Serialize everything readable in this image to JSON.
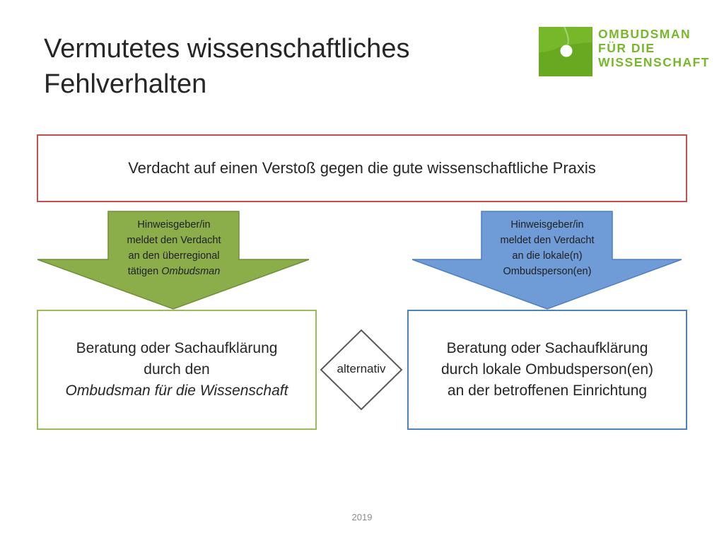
{
  "title": {
    "line1": "Vermutetes wissenschaftliches",
    "line2": "Fehlverhalten"
  },
  "logo": {
    "line1": "OMBUDSMAN",
    "line2": "FÜR DIE",
    "line3": "WISSENSCHAFT",
    "color": "#77b82a"
  },
  "top_box": {
    "text": "Verdacht auf einen Verstoß gegen die gute wissenschaftliche Praxis",
    "border_color": "#c0504d"
  },
  "left_arrow": {
    "line1": "Hinweisgeber/in",
    "line2": "meldet den Verdacht",
    "line3": "an den überregional",
    "line4_prefix": "tätigen ",
    "line4_italic": "Ombudsman",
    "color": "#8bae4a"
  },
  "right_arrow": {
    "line1": "Hinweisgeber/in",
    "line2": "meldet den Verdacht",
    "line3": "an die lokale(n)",
    "line4": "Ombudsperson(en)",
    "color": "#6f9bd6"
  },
  "left_box": {
    "line1": "Beratung oder Sachaufklärung",
    "line2": "durch den",
    "line3": "Ombudsman für die Wissenschaft",
    "border_color": "#9bbb59"
  },
  "right_box": {
    "line1": "Beratung oder Sachaufklärung",
    "line2": "durch lokale Ombudsperson(en)",
    "line3": "an der betroffenen Einrichtung",
    "border_color": "#4f81bd"
  },
  "diamond": {
    "label": "alternativ"
  },
  "footer": {
    "year": "2019"
  }
}
